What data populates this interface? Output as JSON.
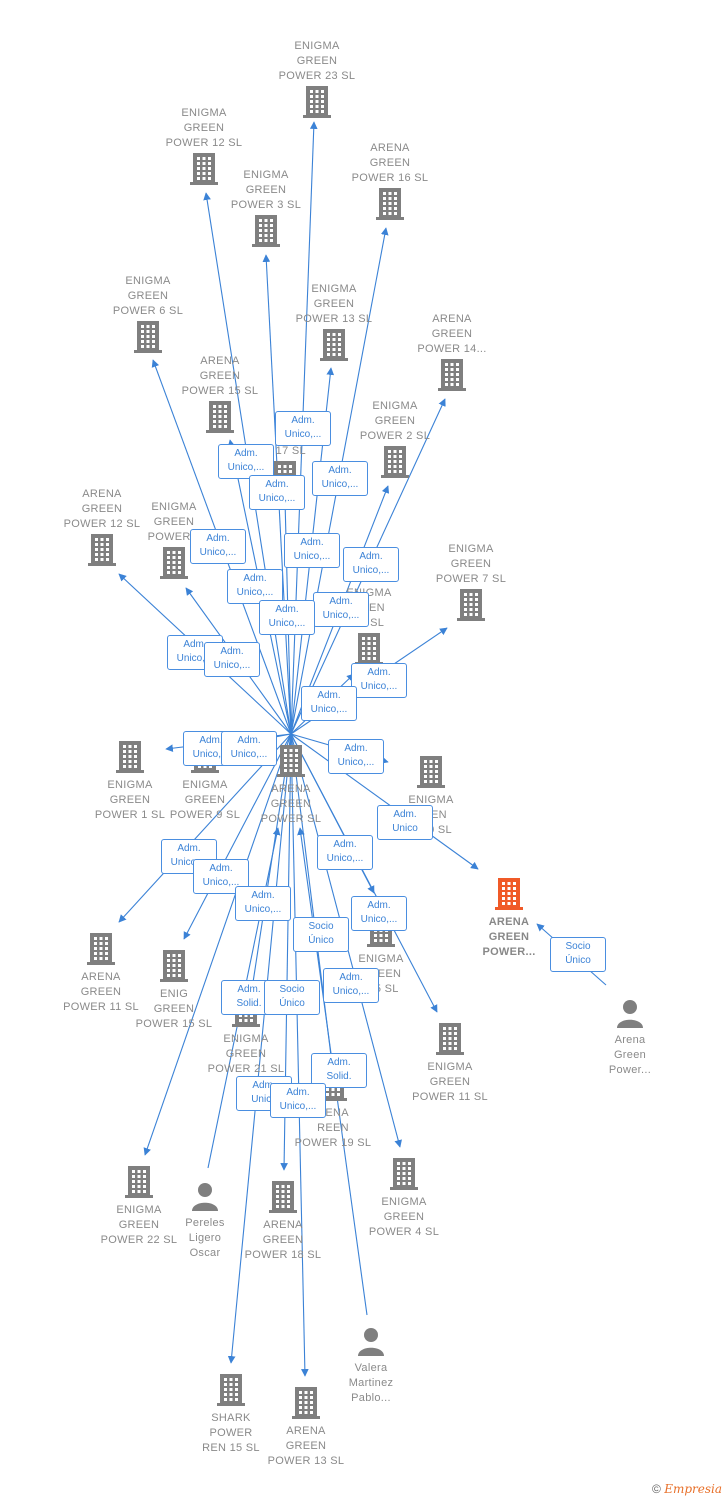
{
  "nodes": [
    {
      "id": "center",
      "kind": "company",
      "label": "ARENA\nGREEN\nPOWER  SL"
    },
    {
      "id": "n_e23",
      "kind": "company",
      "label": "ENIGMA\nGREEN\nPOWER 23  SL"
    },
    {
      "id": "n_e12",
      "kind": "company",
      "label": "ENIGMA\nGREEN\nPOWER 12  SL"
    },
    {
      "id": "n_a16",
      "kind": "company",
      "label": "ARENA\nGREEN\nPOWER 16  SL"
    },
    {
      "id": "n_e3",
      "kind": "company",
      "label": "ENIGMA\nGREEN\nPOWER 3  SL"
    },
    {
      "id": "n_e6",
      "kind": "company",
      "label": "ENIGMA\nGREEN\nPOWER 6  SL"
    },
    {
      "id": "n_e13",
      "kind": "company",
      "label": "ENIGMA\nGREEN\nPOWER 13  SL"
    },
    {
      "id": "n_a14",
      "kind": "company",
      "label": "ARENA\nGREEN\nPOWER 14..."
    },
    {
      "id": "n_a15",
      "kind": "company",
      "label": "ARENA\nGREEN\nPOWER 15  SL"
    },
    {
      "id": "n_a17",
      "kind": "company",
      "label": "AR\nGR\nR 17  SL"
    },
    {
      "id": "n_e2",
      "kind": "company",
      "label": "ENIGMA\nGREEN\nPOWER 2  SL"
    },
    {
      "id": "n_a12",
      "kind": "company",
      "label": "ARENA\nGREEN\nPOWER 12  SL"
    },
    {
      "id": "n_e8",
      "kind": "company",
      "label": "ENIGMA\nGREEN\nPOWER 8"
    },
    {
      "id": "n_e7",
      "kind": "company",
      "label": "ENIGMA\nGREEN\nPOWER 7  SL"
    },
    {
      "id": "n_e14",
      "kind": "company",
      "label": "ENIGMA\nREEN\n14  SL"
    },
    {
      "id": "n_e1",
      "kind": "company",
      "label": "ENIGMA\nGREEN\nPOWER 1  SL"
    },
    {
      "id": "n_e9",
      "kind": "company",
      "label": "ENIGMA\nGREEN\nPOWER 9  SL"
    },
    {
      "id": "n_e10",
      "kind": "company",
      "label": "ENIGMA\nREEN\nR 10  SL"
    },
    {
      "id": "n_focus",
      "kind": "company-focus",
      "label": "ARENA\nGREEN\nPOWER..."
    },
    {
      "id": "n_person_arena",
      "kind": "person",
      "label": "Arena\nGreen\nPower..."
    },
    {
      "id": "n_a11",
      "kind": "company",
      "label": "ARENA\nGREEN\nPOWER 11  SL"
    },
    {
      "id": "n_e15",
      "kind": "company",
      "label": "ENIG\nGREEN\nPOWER 15  SL"
    },
    {
      "id": "n_e5",
      "kind": "company",
      "label": "ENIGMA\nGREEN\nR 5  SL"
    },
    {
      "id": "n_e21",
      "kind": "company",
      "label": "ENIGMA\nGREEN\nPOWER 21  SL"
    },
    {
      "id": "n_e11",
      "kind": "company",
      "label": "ENIGMA\nGREEN\nPOWER 11  SL"
    },
    {
      "id": "n_a19",
      "kind": "company",
      "label": "RENA\nREEN\nPOWER 19  SL"
    },
    {
      "id": "n_e22",
      "kind": "company",
      "label": "ENIGMA\nGREEN\nPOWER 22  SL"
    },
    {
      "id": "n_pereles",
      "kind": "person",
      "label": "Pereles\nLigero\nOscar"
    },
    {
      "id": "n_a18",
      "kind": "company",
      "label": "ARENA\nGREEN\nPOWER 18  SL"
    },
    {
      "id": "n_e4",
      "kind": "company",
      "label": "ENIGMA\nGREEN\nPOWER 4  SL"
    },
    {
      "id": "n_valera",
      "kind": "person",
      "label": "Valera\nMartinez\nPablo..."
    },
    {
      "id": "n_shark",
      "kind": "company",
      "label": "SHARK\nPOWER\nREN 15  SL"
    },
    {
      "id": "n_a13",
      "kind": "company",
      "label": "ARENA\nGREEN\nPOWER 13  SL"
    }
  ],
  "edge_labels": [
    "Adm.\nUnico,...",
    "Adm.\nUnico,...",
    "Adm.\nUnico,...",
    "Adm.\nUnico,...",
    "Adm.\nUnico,...",
    "Adm.\nUnico,...",
    "Adm.\nUnico,...",
    "Adm.\nUnico,...",
    "Adm.\nUnico,...",
    "Adm.\nUnico,...",
    "Adm.\nUnico,...",
    "Adm.\nUnico,...",
    "Adm.\nUnico,...",
    "Adm.\nUnico,...",
    "Adm.\nUnico,...",
    "Adm.\nUnico,...",
    "Adm.\nUnico,...",
    "Adm.\nUnico",
    "Adm.\nUnico,...",
    "Adm.\nUnico,...",
    "Adm.\nUnico,...",
    "Adm.\nUnico,...",
    "Socio\nÚnico",
    "Adm.\nUnico,...",
    "Adm.\nUnico,...",
    "Adm.\nSolid.",
    "Socio\nÚnico",
    "Adm.\nSolid.",
    "Adm.\nUnico",
    "Adm.\nUnico,...",
    "Socio\nÚnico"
  ],
  "colors": {
    "edge": "#3b82d6",
    "node_icon": "#7f7f7f",
    "focus_icon": "#f05a28"
  },
  "footer": {
    "copyright": "©",
    "brand": "Empresia"
  }
}
